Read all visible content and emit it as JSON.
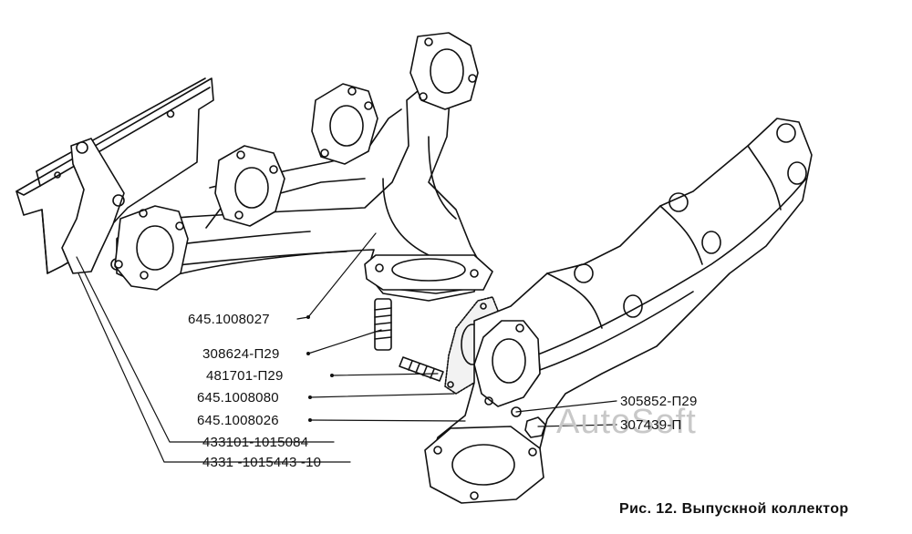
{
  "watermark": "AutoSoft",
  "caption": "Рис. 12. Выпускной коллектор",
  "parts": {
    "p1": "645.1008027",
    "p2": "308624-П29",
    "p3": "481701-П29",
    "p4": "645.1008080",
    "p5": "645.1008026",
    "p6": "433101-1015084",
    "p7": "4331 -1015443 -10",
    "p8": "305852-П29",
    "p9": "307439-П"
  },
  "colors": {
    "ink": "#111111",
    "watermark": "#c8c8c8",
    "background": "#ffffff"
  }
}
